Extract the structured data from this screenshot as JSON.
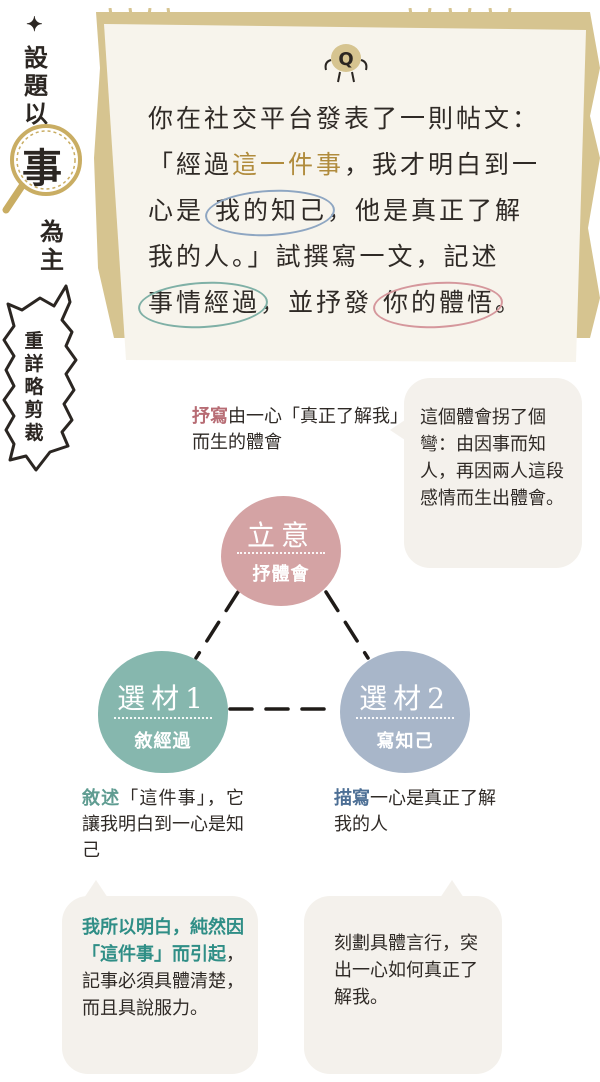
{
  "side_title": {
    "diamond": "✦",
    "chars": [
      "設",
      "題",
      "以"
    ],
    "big_char": "事",
    "tail_chars": [
      "為",
      "主"
    ],
    "bubble_chars": [
      "重",
      "詳",
      "略",
      "剪",
      "裁"
    ]
  },
  "question": {
    "badge": "Q",
    "line1": "你在社交平台發表了一則帖文：",
    "line2_a": "「經過",
    "line2_hl": "這一件事",
    "line2_b": "，我才明白到一",
    "line3_a": "心是 ",
    "line3_ring": "我的知己",
    "line3_b": "，他是真正了解",
    "line4": "我的人。」試撰寫一文，記述",
    "line5_ring1": "事情經過",
    "line5_b": "，並抒發 ",
    "line5_ring2": "你的體悟",
    "line5_c": "。"
  },
  "diagram": {
    "top_node": {
      "title": "立意",
      "sub": "抒體會"
    },
    "left_node": {
      "title": "選材1",
      "sub": "敘經過"
    },
    "right_node": {
      "title": "選材2",
      "sub": "寫知己"
    }
  },
  "notes": {
    "top_key": "抒寫",
    "top_text": "由一心「真正了解我」而生的體會",
    "left_key": "敘述",
    "left_text": "「這件事」，它讓我明白到一心是知己",
    "right_key": "描寫",
    "right_text": "一心是真正了解我的人"
  },
  "boxes": {
    "top_right": "這個體會拐了個彎：由因事而知人，再因兩人這段感情而生出體會。",
    "bottom_left_key": "我所以明白，純然因「這件事」而引起",
    "bottom_left_text": "，記事必須具體清楚，而且具說服力。",
    "bottom_right": "刻劃具體言行，突出一心如何真正了解我。"
  },
  "colors": {
    "card": "#f7f4ec",
    "card_tape": "#d6c490",
    "accent_brown": "#b08b3c",
    "node_pink": "#d4a3a4",
    "node_green": "#86b7ae",
    "node_blue": "#a8b6c9",
    "box_bg": "#f4f1ec"
  }
}
